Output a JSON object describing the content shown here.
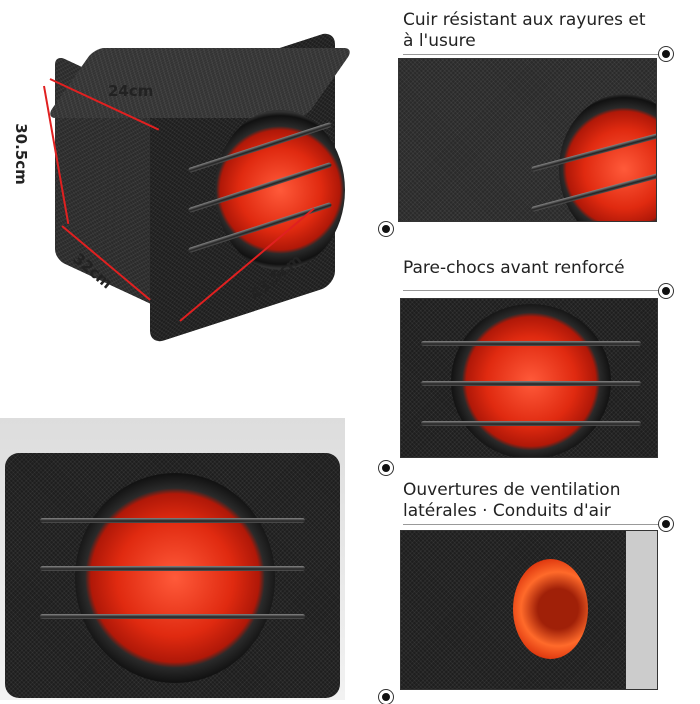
{
  "dimensions": {
    "depth": "24cm",
    "height": "30.5cm",
    "width_side": "32cm",
    "length": "43.5cm"
  },
  "features": [
    {
      "title": "Cuir résistant aux rayures et\nà l'usure"
    },
    {
      "title": "Pare-chocs avant renforcé"
    },
    {
      "title": "Ouvertures de ventilation\nlatérales · Conduits d'air"
    }
  ],
  "colors": {
    "accent": "#e02a10",
    "dimension_line": "#e02020"
  }
}
